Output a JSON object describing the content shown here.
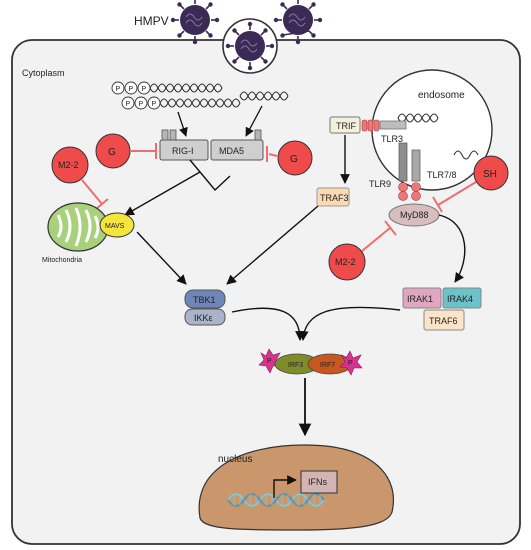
{
  "labels": {
    "virus": "HMPV",
    "cytoplasm": "Cytoplasm",
    "endosome": "endosome",
    "mitochondria": "Mitochondria",
    "nucleus": "nucleus",
    "rna_triphosphate": "P",
    "phospho": "P"
  },
  "proteins": {
    "rigi": "RIG-I",
    "mda5": "MDA5",
    "mavs": "MAVS",
    "trif": "TRIF",
    "tlr3": "TLR3",
    "tlr9": "TLR9",
    "tlr78": "TLR7/8",
    "myd88": "MyD88",
    "traf3": "TRAF3",
    "tbk1": "TBK1",
    "ikke": "IKKε",
    "irak1": "IRAK1",
    "irak4": "IRAK4",
    "traf6": "TRAF6",
    "irf3": "IRF3",
    "irf7": "IRF7",
    "ifns": "IFNs"
  },
  "inhibitors": {
    "g_rigi": "G",
    "g_mda5": "G",
    "m22_mavs": "M2-2",
    "m22_myd88": "M2-2",
    "sh": "SH"
  },
  "colors": {
    "cell_fill": "#f2f2f2",
    "virus": "#3a2a55",
    "inhibitor_fill": "#ef4b4b",
    "inhibit_line": "#ec6e6e",
    "receptor_grey": "#cfcfcf",
    "trif_fill": "#f5f0dc",
    "traf3_fill": "#fbd9b3",
    "tbk1_fill": "#6f86b8",
    "ikke_fill": "#a9b3c9",
    "irak1_fill": "#e1a6c2",
    "irak4_fill": "#6bc2c9",
    "traf6_fill": "#fde3c8",
    "irf3_fill": "#7f8c2a",
    "irf7_fill": "#c8571f",
    "phospho_fill": "#d6338d",
    "mito_fill": "#a7d27b",
    "mavs_fill": "#f3e53b",
    "nucleus_fill": "#c9976b",
    "myd88_fill": "#d7bdbd",
    "tlr_bead": "#e8787a",
    "dna": "#7fc6d8"
  }
}
